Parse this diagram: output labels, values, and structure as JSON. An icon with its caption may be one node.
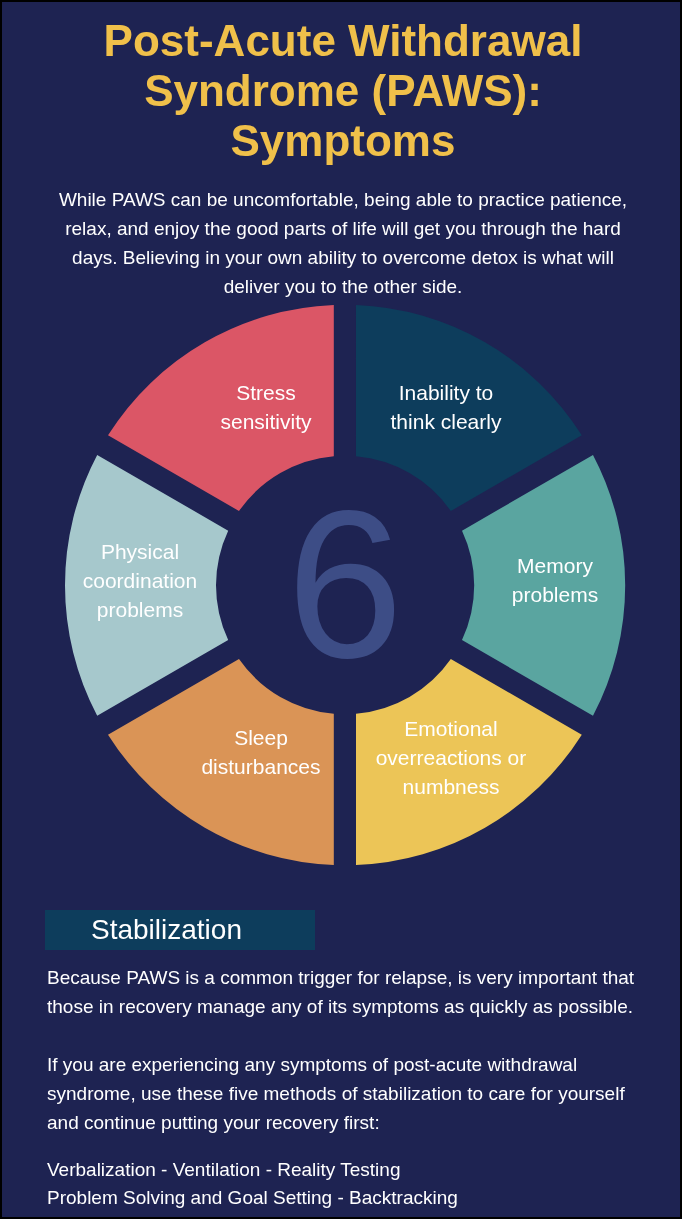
{
  "diagram": {
    "title": "Post-Acute Withdrawal Syndrome (PAWS): Symptoms",
    "nodes": [
      {
        "text": [
          "Stress sensitivity"
        ]
      },
      {
        "text": [
          "Inability to think clearly"
        ]
      },
      {
        "text": [
          "Physical coordination problems"
        ]
      },
      {
        "text": [
          "Memory problems"
        ]
      },
      {
        "text": [
          "Sleep disturbances"
        ]
      },
      {
        "text": [
          "Emotional overreactions or numbness"
        ]
      },
      {
        "text": [
          "Stabilization"
        ]
      }
    ],
    "labels": [
      "While PAWS can be uncomfortable, being able to practice patience, relax, and enjoy the good parts of life will get you through the hard days. Believing in your own ability to overcome detox is what will deliver you to the other side.",
      "6",
      "Because PAWS is a common trigger for relapse, is very important that those in recovery manage any of its symptoms as quickly as possible.",
      "If you are experiencing any symptoms of post-acute withdrawal syndrome, use these five methods of stabilization to care for yourself and continue putting your recovery first:",
      "Verbalization - Ventilation - Reality Testing",
      "Problem Solving and Goal Setting - Backtracking"
    ]
  }
}
